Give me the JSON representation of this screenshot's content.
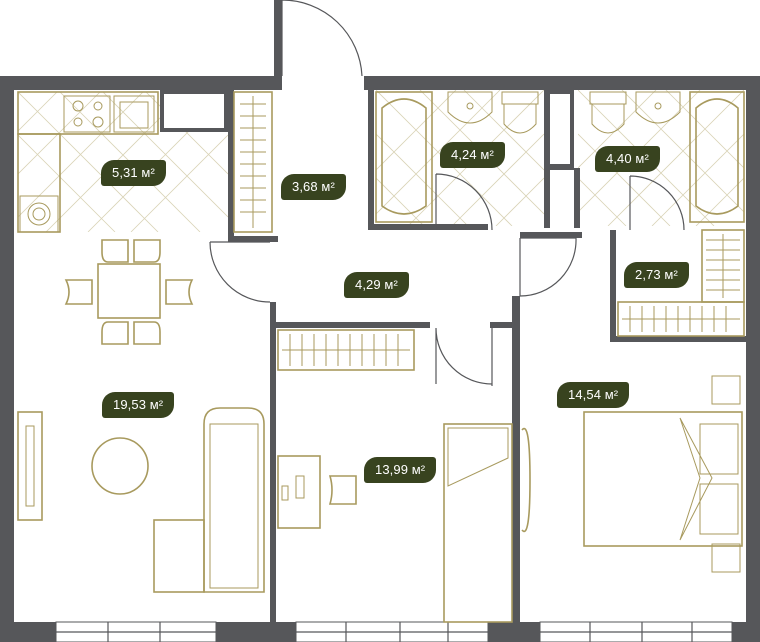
{
  "rooms": [
    {
      "label": "5,31 м²"
    },
    {
      "label": "3,68 м²"
    },
    {
      "label": "4,24 м²"
    },
    {
      "label": "4,40 м²"
    },
    {
      "label": "4,29 м²"
    },
    {
      "label": "2,73 м²"
    },
    {
      "label": "19,53 м²"
    },
    {
      "label": "13,99 м²"
    },
    {
      "label": "14,54 м²"
    }
  ],
  "colors": {
    "wall": "#56575a",
    "fixture": "#a89a5e",
    "badge": "#38431f",
    "tile": "#d9d3b6"
  }
}
